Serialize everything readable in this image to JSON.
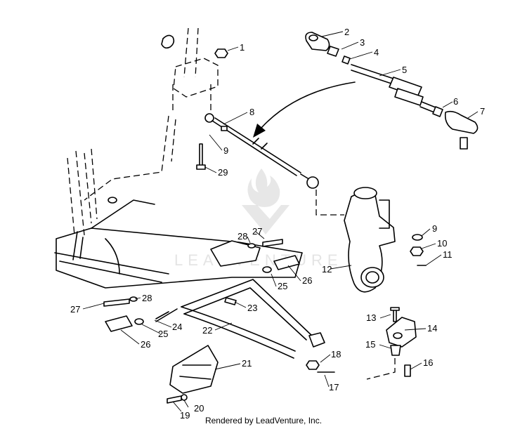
{
  "watermark": {
    "text": "LEADVENTURE"
  },
  "footer": {
    "text": "Rendered by LeadVenture, Inc."
  },
  "callouts": [
    {
      "key": "c1",
      "label": "1"
    },
    {
      "key": "c2",
      "label": "2"
    },
    {
      "key": "c3",
      "label": "3"
    },
    {
      "key": "c4",
      "label": "4"
    },
    {
      "key": "c5",
      "label": "5"
    },
    {
      "key": "c6",
      "label": "6"
    },
    {
      "key": "c7",
      "label": "7"
    },
    {
      "key": "c8",
      "label": "8"
    },
    {
      "key": "c9a",
      "label": "9"
    },
    {
      "key": "c9b",
      "label": "9"
    },
    {
      "key": "c10",
      "label": "10"
    },
    {
      "key": "c11",
      "label": "11"
    },
    {
      "key": "c12",
      "label": "12"
    },
    {
      "key": "c13",
      "label": "13"
    },
    {
      "key": "c14",
      "label": "14"
    },
    {
      "key": "c15",
      "label": "15"
    },
    {
      "key": "c16",
      "label": "16"
    },
    {
      "key": "c17",
      "label": "17"
    },
    {
      "key": "c18",
      "label": "18"
    },
    {
      "key": "c19",
      "label": "19"
    },
    {
      "key": "c20",
      "label": "20"
    },
    {
      "key": "c21",
      "label": "21"
    },
    {
      "key": "c22",
      "label": "22"
    },
    {
      "key": "c23",
      "label": "23"
    },
    {
      "key": "c24",
      "label": "24"
    },
    {
      "key": "c25a",
      "label": "25"
    },
    {
      "key": "c25b",
      "label": "25"
    },
    {
      "key": "c26a",
      "label": "26"
    },
    {
      "key": "c26b",
      "label": "26"
    },
    {
      "key": "c27a",
      "label": "27"
    },
    {
      "key": "c27b",
      "label": "27"
    },
    {
      "key": "c28a",
      "label": "28"
    },
    {
      "key": "c28b",
      "label": "28"
    },
    {
      "key": "c29",
      "label": "29"
    }
  ]
}
